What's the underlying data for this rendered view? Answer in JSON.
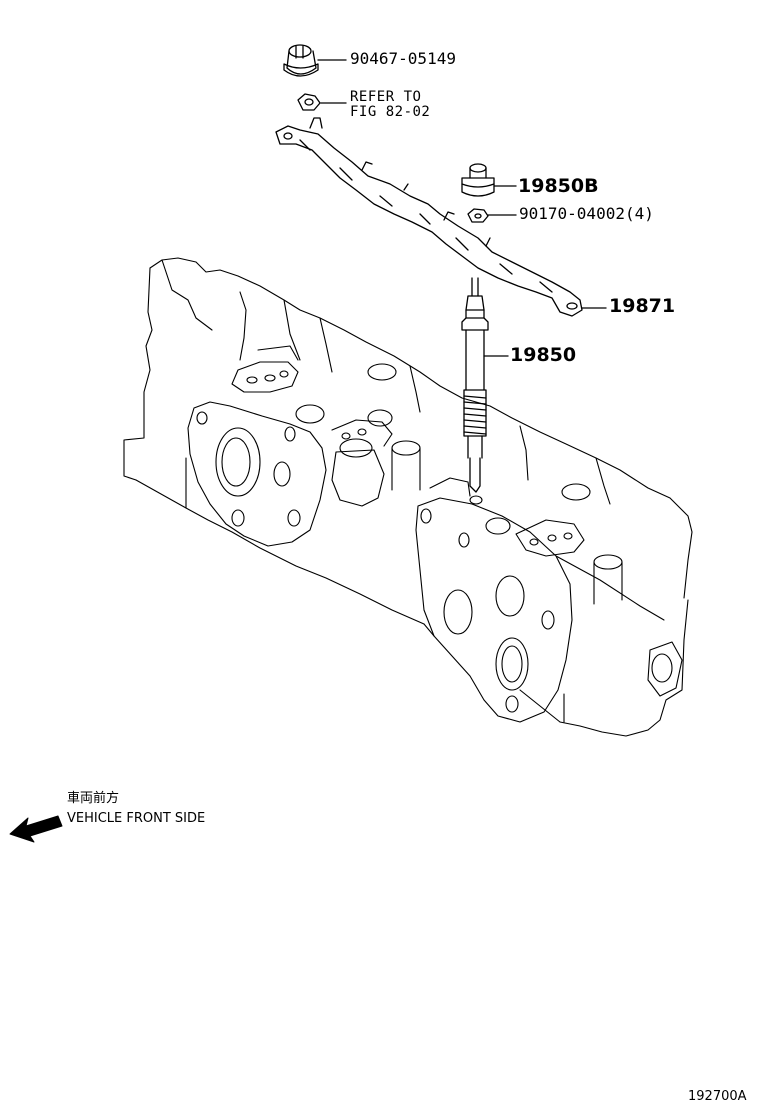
{
  "callouts": {
    "bolt_cap": "90467-05149",
    "refer_line1": "REFER TO",
    "refer_line2": "FIG 82-02",
    "connector": "19850B",
    "nut": "90170-04002(4)",
    "bus_bar": "19871",
    "glow_plug": "19850"
  },
  "legend": {
    "japanese": "車両前方",
    "english": "VEHICLE FRONT SIDE"
  },
  "figure_id": "192700A"
}
